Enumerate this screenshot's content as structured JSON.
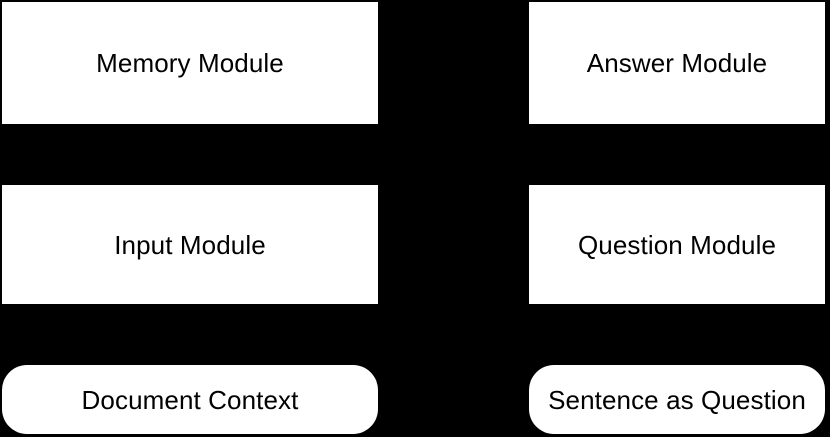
{
  "diagram": {
    "title": "Module pipeline diagram",
    "background_color": "#000000",
    "node_fill_color": "#ffffff",
    "node_text_color": "#000000",
    "nodes": [
      {
        "id": "memory-module",
        "label": "Memory Module",
        "shape": "rectangle",
        "column": "left",
        "row": 1
      },
      {
        "id": "answer-module",
        "label": "Answer Module",
        "shape": "rectangle",
        "column": "right",
        "row": 1
      },
      {
        "id": "input-module",
        "label": "Input Module",
        "shape": "rectangle",
        "column": "left",
        "row": 2
      },
      {
        "id": "question-module",
        "label": "Question Module",
        "shape": "rectangle",
        "column": "right",
        "row": 2
      },
      {
        "id": "document-context",
        "label": "Document Context",
        "shape": "rounded",
        "column": "left",
        "row": 3
      },
      {
        "id": "sentence-question",
        "label": "Sentence as Question",
        "shape": "rounded",
        "column": "right",
        "row": 3
      }
    ]
  }
}
